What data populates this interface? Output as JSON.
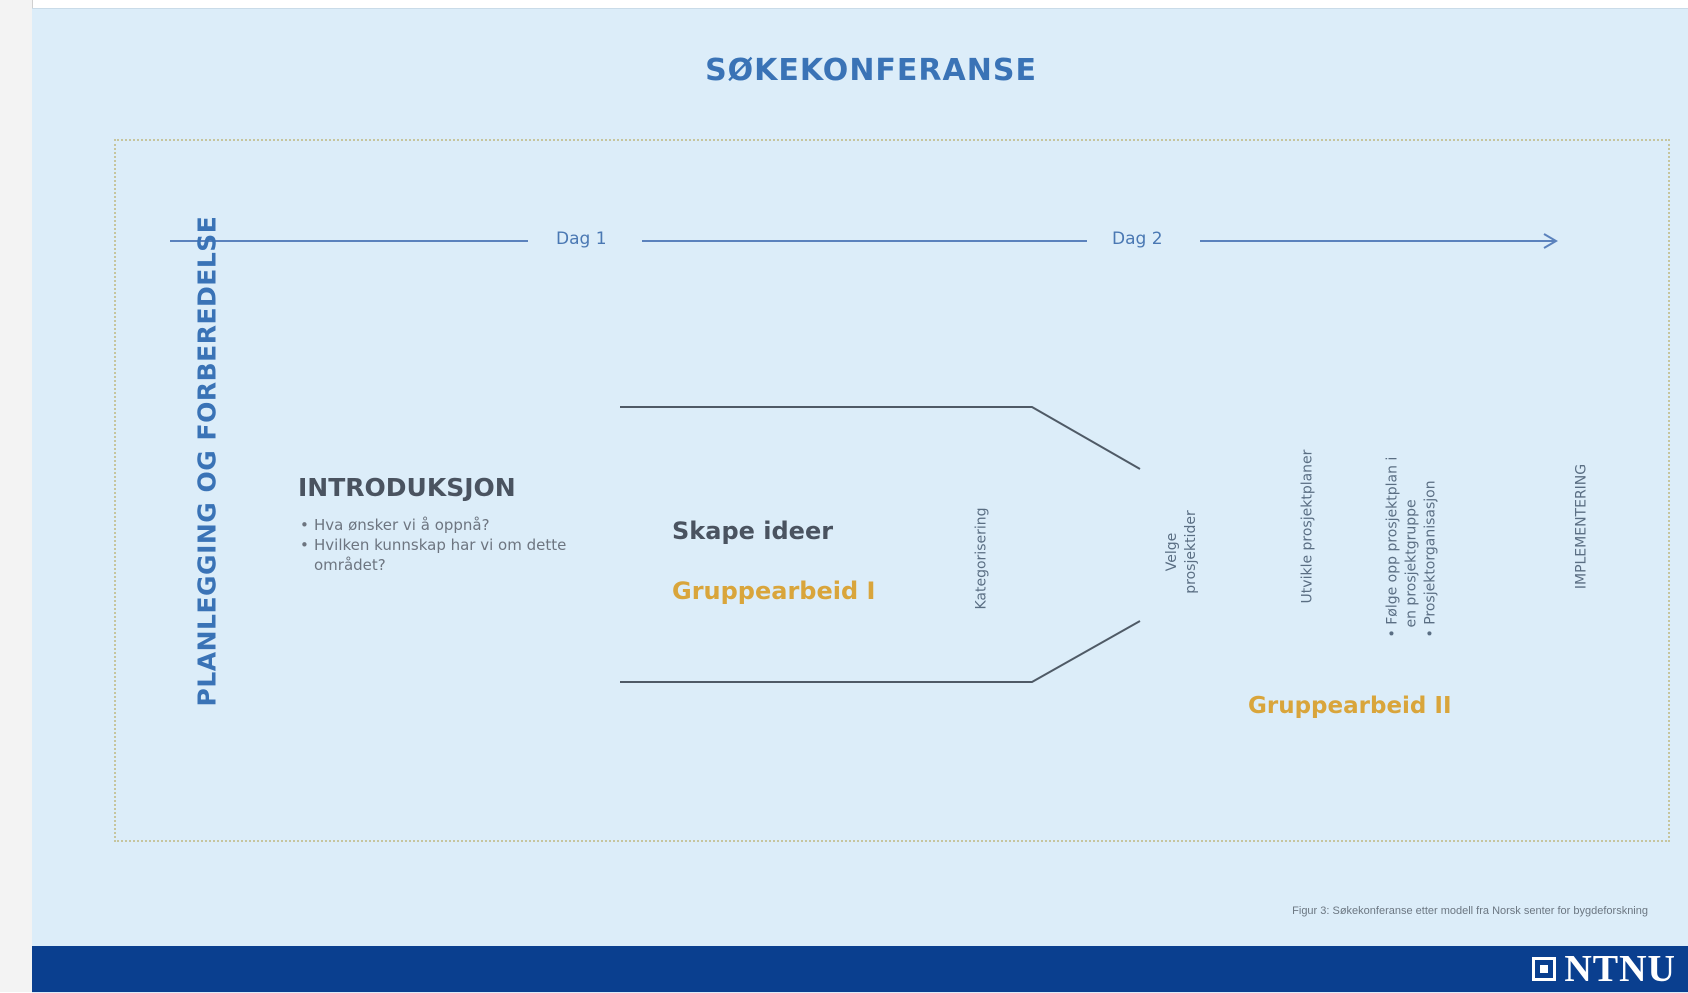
{
  "title": "SØKEKONFERANSE",
  "timeline": {
    "day1": "Dag 1",
    "day2": "Dag 2"
  },
  "planning": "PLANLEGGING OG FORBEREDELSE",
  "introduction": {
    "heading": "INTRODUKSJON",
    "bullets": [
      "Hva ønsker vi å oppnå?",
      "Hvilken kunnskap har vi om dette området?"
    ]
  },
  "ideas": "Skape ideer",
  "group_work_1": "Gruppearbeid I",
  "categorization": "Kategorisering",
  "select_projects": [
    "Velge",
    "prosjektider"
  ],
  "develop_plans": "Utvikle prosjektplaner",
  "follow_up": [
    "• Følge opp prosjektplan i",
    "en prosjektgruppe",
    "• Prosjektorganisasjon"
  ],
  "implementation": "IMPLEMENTERING",
  "group_work_2": "Gruppearbeid II",
  "caption": "Figur 3: Søkekonferanse etter modell fra Norsk senter for bygdeforskning",
  "footer": {
    "logo_text": "NTNU",
    "bar_color": "#0a3f8f"
  },
  "colors": {
    "accent_blue": "#3a73b6",
    "gold": "#d9a53b",
    "background": "#dcedf9"
  }
}
